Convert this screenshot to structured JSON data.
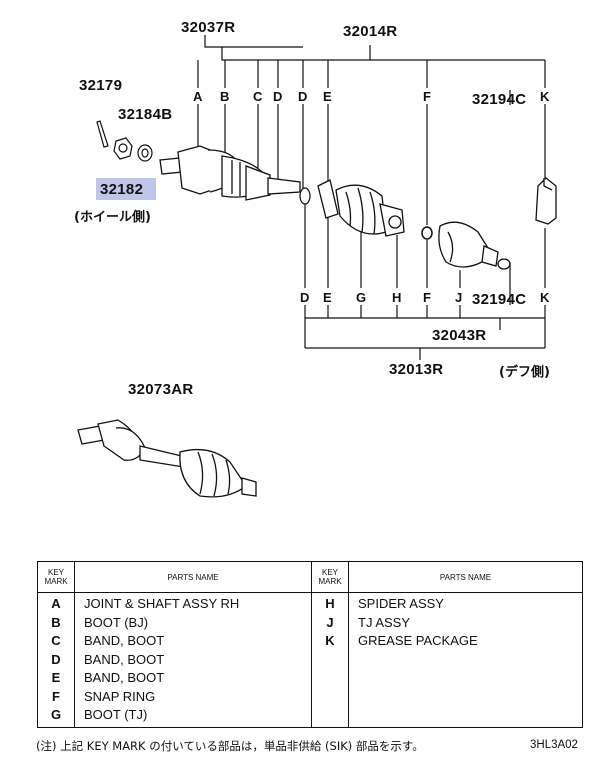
{
  "part_numbers": {
    "p32037R": "32037R",
    "p32014R": "32014R",
    "p32179": "32179",
    "p32184B": "32184B",
    "p32182": "32182",
    "p32194C_top": "32194C",
    "p32194C_bottom": "32194C",
    "p32043R": "32043R",
    "p32013R": "32013R",
    "p32073AR": "32073AR"
  },
  "side_labels": {
    "wheel_side": "(ホイール側)",
    "diff_side": "(デフ側)"
  },
  "key_marks_top": [
    "A",
    "B",
    "C",
    "D",
    "D",
    "E",
    "F",
    "K"
  ],
  "key_marks_bottom": [
    "D",
    "E",
    "G",
    "H",
    "F",
    "J",
    "K"
  ],
  "highlight_color": "#bfc6ea",
  "table": {
    "key_header": "KEY MARK",
    "name_header": "PARTS NAME",
    "left_keys": [
      "A",
      "B",
      "C",
      "D",
      "E",
      "F",
      "G"
    ],
    "left_names": [
      "JOINT & SHAFT ASSY RH",
      "BOOT (BJ)",
      "BAND, BOOT",
      "BAND, BOOT",
      "BAND, BOOT",
      "SNAP RING",
      "BOOT (TJ)"
    ],
    "right_keys": [
      "H",
      "J",
      "K"
    ],
    "right_names": [
      "SPIDER ASSY",
      "TJ ASSY",
      "GREASE PACKAGE"
    ]
  },
  "footnote": "(注) 上記 KEY MARK の付いている部品は，単品非供給 (SIK) 部品を示す。",
  "figure_code": "3HL3A02"
}
